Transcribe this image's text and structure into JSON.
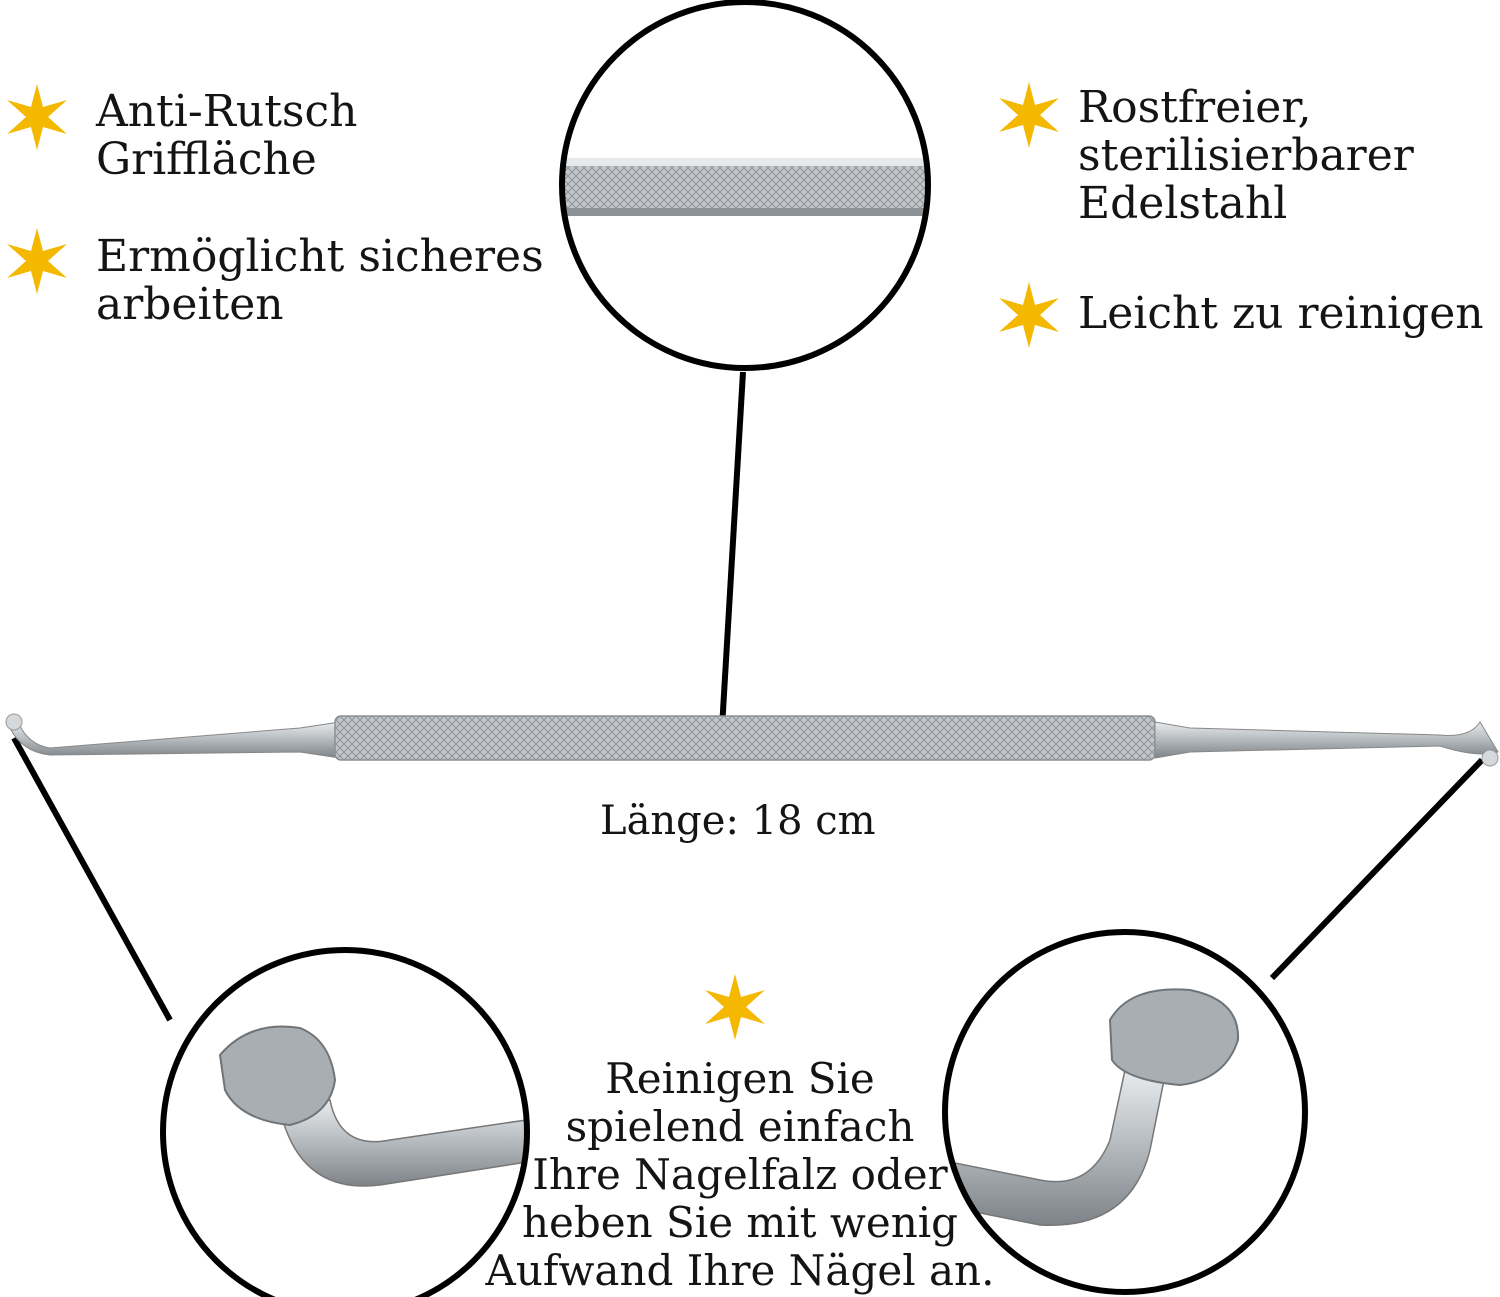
{
  "features_left": [
    {
      "lines": [
        "Anti-Rutsch",
        "Griffläche"
      ]
    },
    {
      "lines": [
        "Ermöglicht sicheres",
        "arbeiten"
      ]
    }
  ],
  "features_right": [
    {
      "lines": [
        "Rostfreier,",
        "sterilisierbarer",
        "Edelstahl"
      ]
    },
    {
      "lines": [
        "Leicht zu reinigen"
      ]
    }
  ],
  "length_caption": "Länge: 18 cm",
  "bottom_text": [
    "Reinigen Sie",
    "spielend einfach",
    "Ihre Nagelfalz oder",
    "heben Sie mit wenig",
    "Aufwand Ihre Nägel an."
  ],
  "colors": {
    "star": "#f5b800",
    "line": "#000000",
    "steel": "#b8bcc0"
  }
}
